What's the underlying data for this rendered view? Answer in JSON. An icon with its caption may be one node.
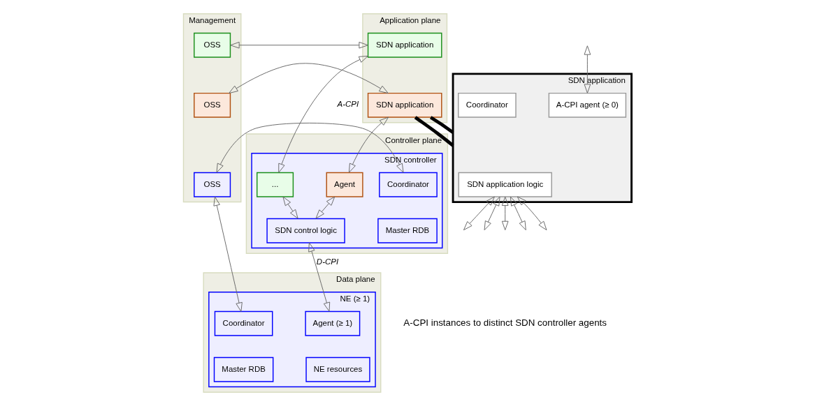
{
  "diagram": {
    "nodes": [
      {
        "text": [
          "Management"
        ]
      },
      {
        "text": [
          "OSS"
        ],
        "in": 0
      },
      {
        "text": [
          "OSS"
        ],
        "in": 0
      },
      {
        "text": [
          "OSS"
        ],
        "in": 0
      },
      {
        "text": [
          "Application plane"
        ]
      },
      {
        "text": [
          "SDN application"
        ],
        "in": 4
      },
      {
        "text": [
          "SDN application"
        ],
        "in": 4
      },
      {
        "text": [
          "Controller plane"
        ]
      },
      {
        "text": [
          "SDN controller"
        ],
        "in": 7
      },
      {
        "text": [
          "Coordinator"
        ],
        "in": 8
      },
      {
        "text": [
          "..."
        ],
        "in": 8
      },
      {
        "text": [
          "Agent"
        ],
        "in": 8
      },
      {
        "text": [
          "Master RDB"
        ],
        "in": 8
      },
      {
        "text": [
          "SDN control logic"
        ],
        "in": 8
      },
      {
        "text": [
          "Data plane"
        ]
      },
      {
        "text": [
          "NE (≥ 1)"
        ],
        "in": 14
      },
      {
        "text": [
          "Coordinator"
        ],
        "in": 15
      },
      {
        "text": [
          "Agent (≥ 1)"
        ],
        "in": 15
      },
      {
        "text": [
          "Master RDB"
        ],
        "in": 15
      },
      {
        "text": [
          "NE resources"
        ],
        "in": 15
      },
      {
        "text": [
          "SDN application"
        ]
      },
      {
        "text": [
          "Coordinator"
        ],
        "in": 20
      },
      {
        "text": [
          "A-CPI agent (≥ 0)"
        ],
        "in": 20
      },
      {
        "text": [
          "SDN application logic"
        ],
        "in": 20
      }
    ],
    "edges": [
      {
        "from": 1,
        "to": 5,
        "arrow": "both"
      },
      {
        "from": 2,
        "to": 6,
        "arrow": "both"
      },
      {
        "from": 5,
        "to": 10,
        "arrow": "both",
        "label": "A-CPI"
      },
      {
        "from": 6,
        "to": 11,
        "arrow": "both"
      },
      {
        "from": 3,
        "to": 9,
        "arrow": "both"
      },
      {
        "from": 10,
        "to": 13,
        "arrow": "both"
      },
      {
        "from": 11,
        "to": 13,
        "arrow": "both"
      },
      {
        "from": 13,
        "to": 17,
        "arrow": "both",
        "label": "D-CPI"
      },
      {
        "from": 3,
        "to": 16,
        "arrow": "both"
      },
      {
        "from": 6,
        "to": 20,
        "arrow": "none",
        "style": "thick",
        "color": "#000000"
      },
      {
        "from": 6,
        "to": 20,
        "arrow": "none",
        "style": "thick",
        "color": "#000000"
      },
      {
        "from": null,
        "to": 22,
        "arrow": "both"
      },
      {
        "from": 23,
        "to": null,
        "arrow": "both"
      },
      {
        "from": 23,
        "to": null,
        "arrow": "both"
      },
      {
        "from": 23,
        "to": null,
        "arrow": "both"
      },
      {
        "from": 23,
        "to": null,
        "arrow": "both"
      },
      {
        "from": 23,
        "to": null,
        "arrow": "both"
      }
    ],
    "labels": [
      "A-CPI instances to distinct SDN controller agents"
    ]
  }
}
